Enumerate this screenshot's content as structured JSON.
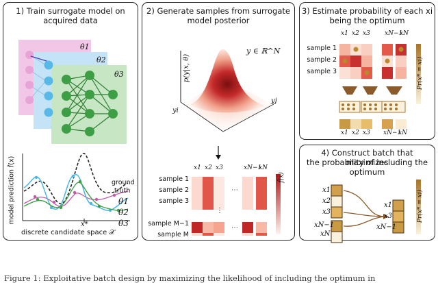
{
  "panels": {
    "p1": {
      "title_l1": "1) Train surrogate model on",
      "title_l2": "acquired data",
      "theta": [
        "θ1",
        "θ2",
        "θ3"
      ],
      "ylabel": "model prediction f̂(x)",
      "xlabel": "discrete candidate space 𝒳",
      "xstar": "x*",
      "gt_l1": "ground",
      "gt_l2": "truth"
    },
    "p2": {
      "title_l1": "2) Generate samples from surrogate",
      "title_l2": "model posterior",
      "eq": "y ∈ ℝ^N",
      "zlabel": "p(y|x, θ)",
      "yi": "yi",
      "yj": "yj",
      "rows": [
        "sample 1",
        "sample 2",
        "sample 3",
        "sample M−1",
        "sample M"
      ],
      "cols": [
        "x1",
        "x2",
        "x3",
        "xN−1",
        "xN"
      ],
      "cbar": "f̂(x)",
      "dots": "⋮",
      "hdots": "⋯"
    },
    "p3": {
      "title_l1": "3) Estimate probability of each xi",
      "title_l2": "being the optimum",
      "rows": [
        "sample 1",
        "sample 2",
        "sample 3"
      ],
      "cols": [
        "x1",
        "x2",
        "x3",
        "xN−1",
        "xN"
      ],
      "bottom_cols": [
        "x1",
        "x2",
        "x3",
        "xN−1",
        "xN"
      ],
      "cbar": "Pr(x* = xi)"
    },
    "p4": {
      "title_l1": "4) Construct batch that maximizes",
      "title_l2": "the probability of including the",
      "title_l3": "optimum",
      "left": [
        "x1",
        "x2",
        "x3",
        "xN−1",
        "xN"
      ],
      "right": [
        "x1",
        "x3",
        "xN−1"
      ],
      "cbar": "Pr(x* = xi)"
    }
  },
  "colors": {
    "red": "#c62b2b",
    "gold": "#c69a3c",
    "brown": "#8a5a2a"
  },
  "caption": "Figure 1: Exploitative batch design by maximizing the likelihood of including the optimum in"
}
